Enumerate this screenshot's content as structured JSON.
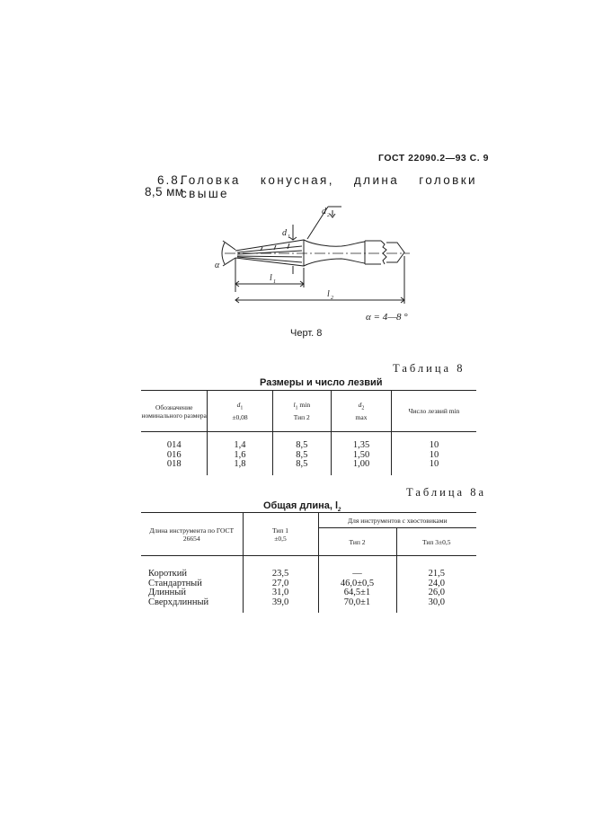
{
  "header": {
    "doc_ref": "ГОСТ 22090.2—93 С. 9"
  },
  "section": {
    "number": "6.8.",
    "title": "Головка конусная, длина головки свыше",
    "title_cont": "8,5 мм"
  },
  "drawing": {
    "label_d1": "d",
    "label_d1_sub": "1",
    "label_d2": "d",
    "label_d2_sub": "2",
    "label_l1": "l",
    "label_l1_sub": "1",
    "label_l2": "l",
    "label_l2_sub": "2",
    "label_alpha": "α",
    "angle_note": "α = 4—8 °",
    "caption": "Черт. 8"
  },
  "table8": {
    "label": "Таблица 8",
    "caption": "Размеры и число лезвий",
    "headers": {
      "designation": "Обозначение номинального размера",
      "d1_sym": "d",
      "d1_sub": "1",
      "d1_tol": "±0,08",
      "l1_sym": "l",
      "l1_sub": "1",
      "l1_min": "min",
      "l1_type": "Тип 2",
      "d2_sym": "d",
      "d2_sub": "2",
      "d2_max": "max",
      "blades": "Число лезвий min"
    },
    "rows": [
      {
        "designation": "014",
        "d1": "1,4",
        "l1": "8,5",
        "d2": "1,35",
        "blades": "10"
      },
      {
        "designation": "016",
        "d1": "1,6",
        "l1": "8,5",
        "d2": "1,50",
        "blades": "10"
      },
      {
        "designation": "018",
        "d1": "1,8",
        "l1": "8,5",
        "d2": "1,00",
        "blades": "10"
      }
    ]
  },
  "table8a": {
    "label": "Таблица 8а",
    "caption": "Общая длина, l",
    "caption_sub": "2",
    "headers": {
      "length": "Длина инструмента по ГОСТ 26654",
      "type1": "Тип 1",
      "type1_tol": "±0,5",
      "shank_group": "Для инструментов с хвостовиками",
      "type2": "Тип 2",
      "type3": "Тип 3±0,5"
    },
    "rows": [
      {
        "name": "Короткий",
        "t1": "23,5",
        "t2": "—",
        "t3": "21,5"
      },
      {
        "name": "Стандартный",
        "t1": "27,0",
        "t2": "46,0±0,5",
        "t3": "24,0"
      },
      {
        "name": "Длинный",
        "t1": "31,0",
        "t2": "64,5±1",
        "t3": "26,0"
      },
      {
        "name": "Сверхдлинный",
        "t1": "39,0",
        "t2": "70,0±1",
        "t3": "30,0"
      }
    ]
  }
}
